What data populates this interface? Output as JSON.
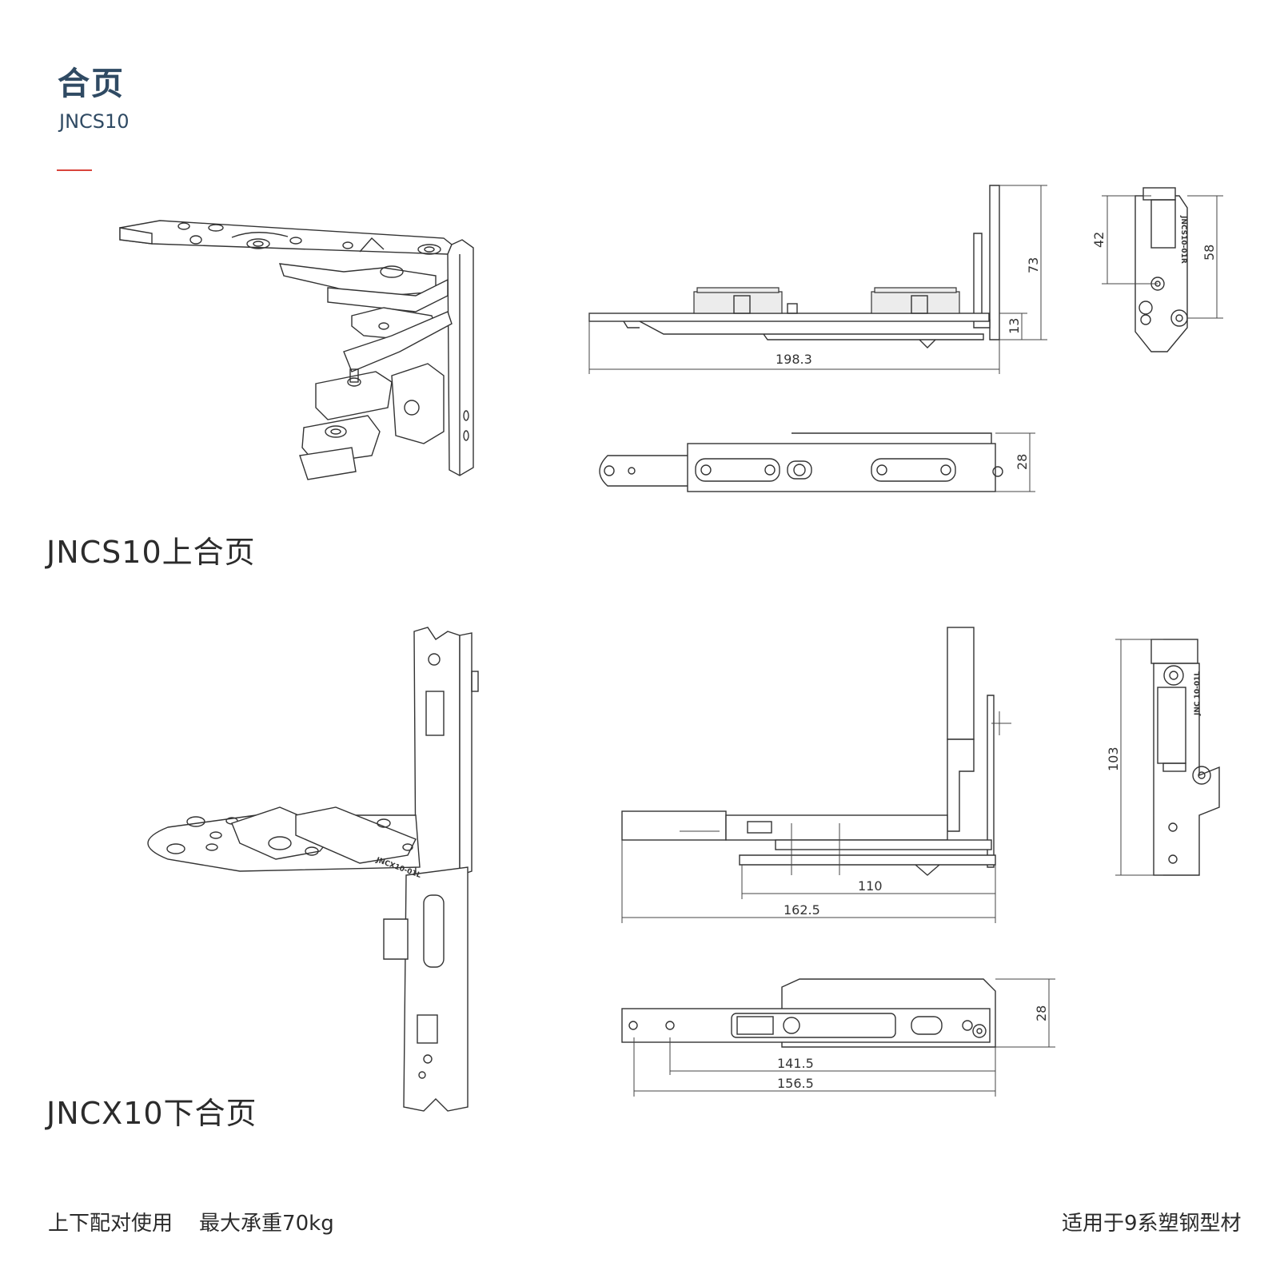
{
  "header": {
    "title": "合页",
    "model": "JNCS10",
    "accent_color": "#d9443c",
    "title_color": "#2f4a63"
  },
  "upper_hinge": {
    "caption": "JNCS10上合页",
    "dimensions": {
      "length": "198.3",
      "height_total": "73",
      "height_base": "13",
      "side_upper": "42",
      "side_total": "58",
      "width": "28"
    },
    "side_marking": "JNCS10-01R"
  },
  "lower_hinge": {
    "caption": "JNCX10下合页",
    "dimensions": {
      "inner_length": "110",
      "total_length": "162.5",
      "side_height": "103",
      "plan_inner": "141.5",
      "plan_total": "156.5",
      "width": "28"
    },
    "side_marking": "JNC 10-01L",
    "plate_marking": "JNCX10-01L"
  },
  "footer": {
    "left": "上下配对使用    最大承重70kg",
    "right": "适用于9系塑钢型材"
  }
}
